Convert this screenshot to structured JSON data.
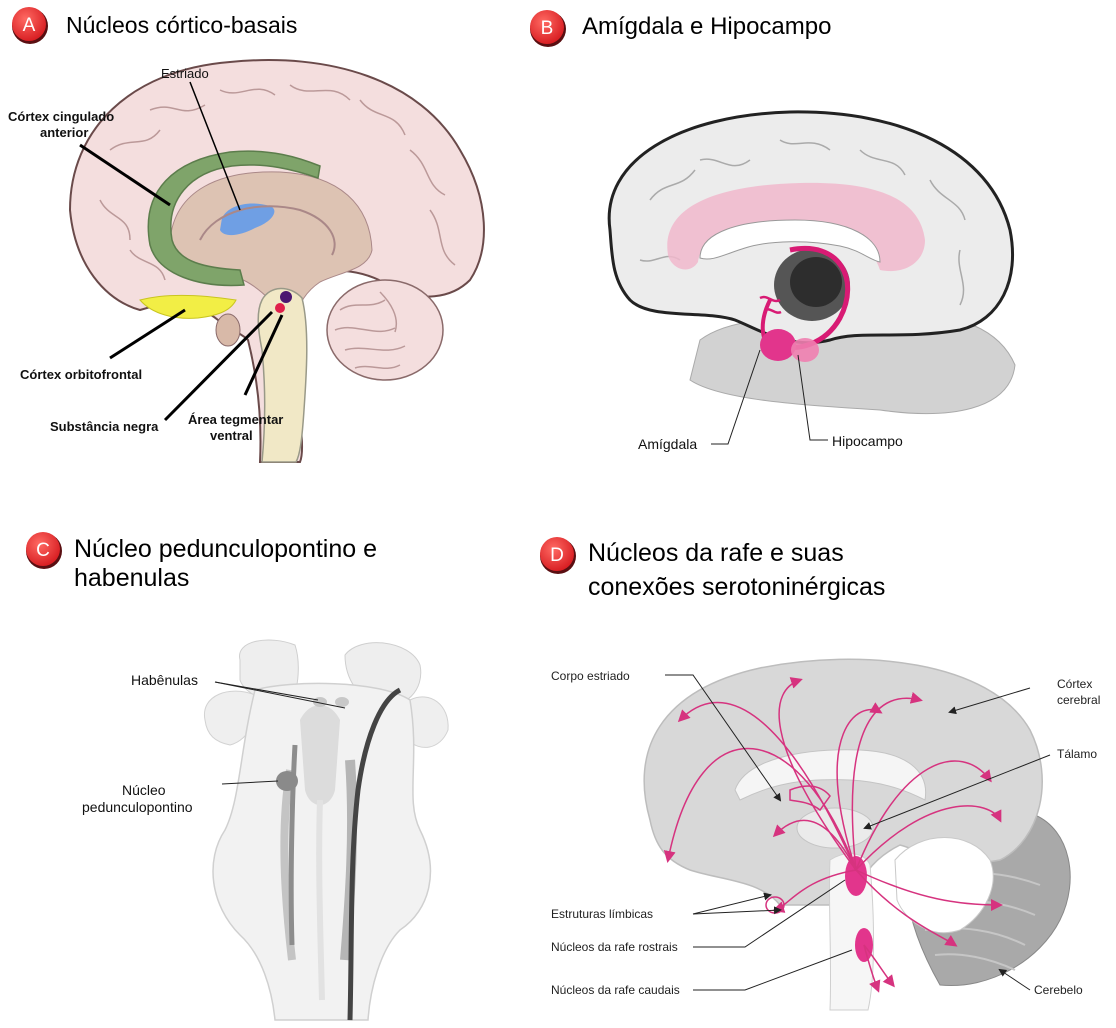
{
  "panels": {
    "a": {
      "badge": "A",
      "title": "Núcleos córtico-basais",
      "labels": {
        "estriado": "Estriado",
        "cingulado_1": "Córtex cingulado",
        "cingulado_2": "anterior",
        "orbitofrontal": "Córtex orbitofrontal",
        "substancia_negra": "Substância negra",
        "area_tegmentar_1": "Área tegmentar",
        "area_tegmentar_2": "ventral"
      }
    },
    "b": {
      "badge": "B",
      "title": "Amígdala e Hipocampo",
      "labels": {
        "amigdala": "Amígdala",
        "hipocampo": "Hipocampo"
      }
    },
    "c": {
      "badge": "C",
      "title_line1": "Núcleo pedunculopontino e",
      "title_line2": "habenulas",
      "labels": {
        "habenulas": "Habênulas",
        "nucleo_1": "Núcleo",
        "nucleo_2": "pedunculopontino"
      }
    },
    "d": {
      "badge": "D",
      "title_line1": "Núcleos da rafe e suas",
      "title_line2": "conexões serotoninérgicas",
      "labels": {
        "corpo_estriado": "Corpo estriado",
        "cortex_1": "Córtex",
        "cortex_2": "cerebral",
        "talamo": "Tálamo",
        "estruturas_limbicas": "Estruturas límbicas",
        "rafe_rostrais": "Núcleos da rafe rostrais",
        "rafe_caudais": "Núcleos da rafe caudais",
        "cerebelo": "Cerebelo"
      }
    }
  },
  "colors": {
    "badge": "#e8262c",
    "cortex_pink": "#f4dede",
    "cingulate_green": "#7fa46a",
    "striatum_blue": "#6f9fe4",
    "orbitofrontal_yellow": "#f2ee45",
    "limbic_pink": "#e2358c",
    "raphe_magenta": "#d6337f",
    "brain_grey": "#d8d8d8"
  }
}
